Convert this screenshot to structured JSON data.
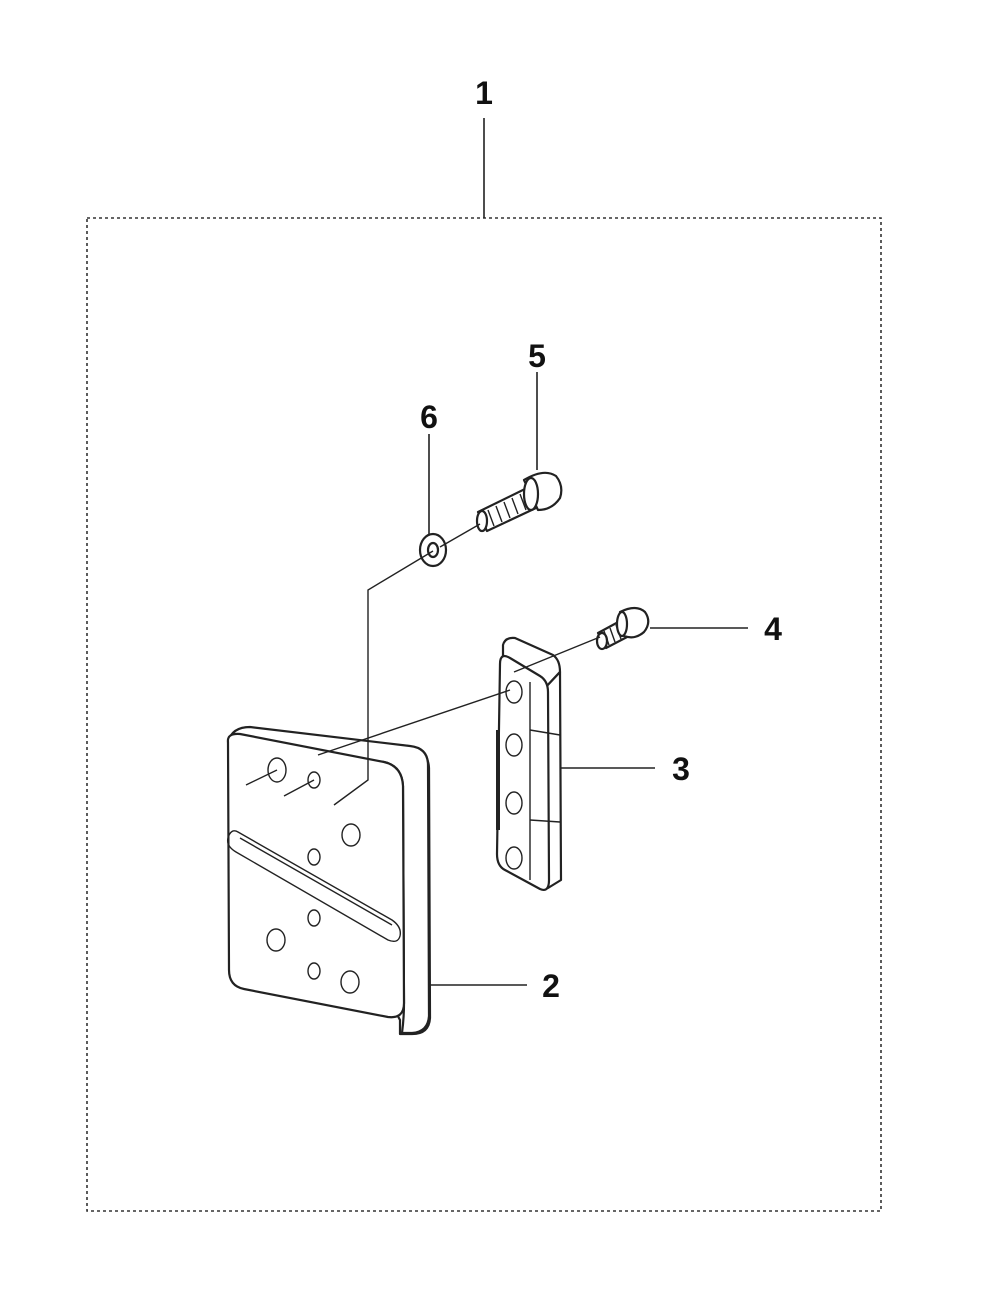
{
  "diagram": {
    "callouts": {
      "kit": "1",
      "plate": "2",
      "bar": "3",
      "short_screw": "4",
      "long_screw": "5",
      "washer": "6"
    }
  }
}
